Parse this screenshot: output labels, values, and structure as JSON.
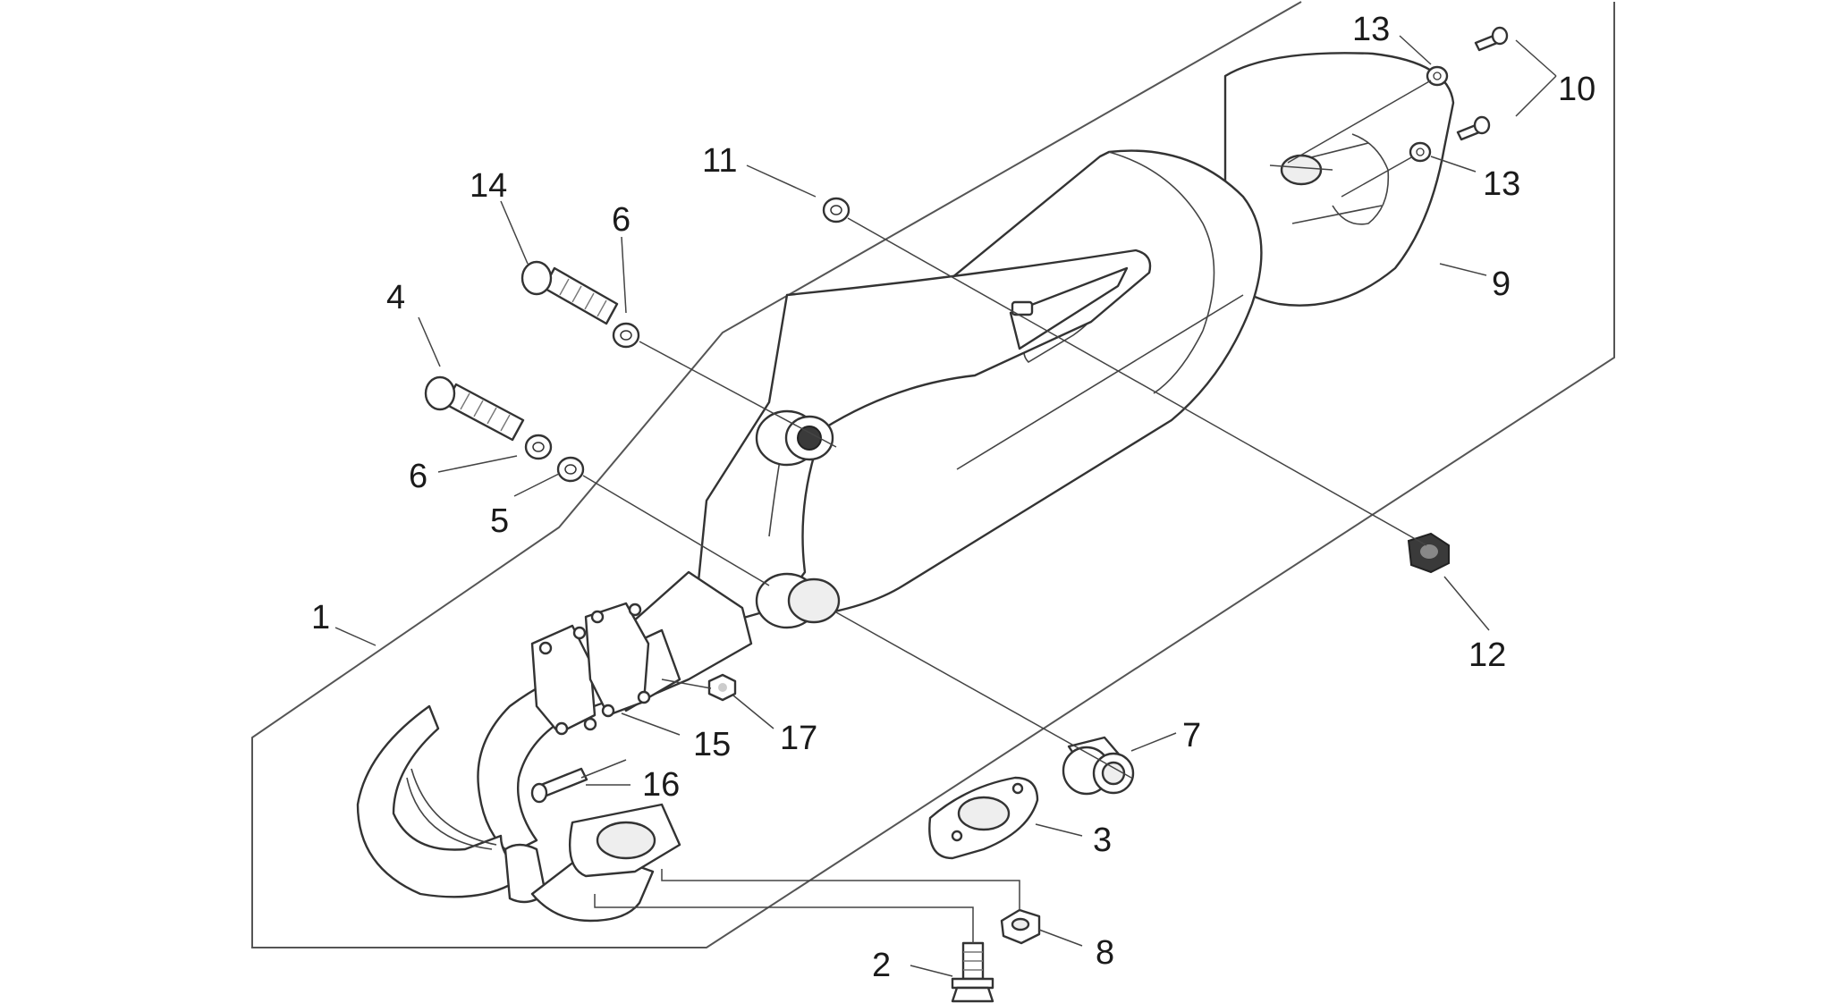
{
  "callouts": {
    "c1": "1",
    "c2": "2",
    "c3": "3",
    "c4": "4",
    "c5": "5",
    "c6a": "6",
    "c6b": "6",
    "c7": "7",
    "c8": "8",
    "c9": "9",
    "c10": "10",
    "c11": "11",
    "c12": "12",
    "c13a": "13",
    "c13b": "13",
    "c14": "14",
    "c15": "15",
    "c16": "16",
    "c17": "17"
  }
}
